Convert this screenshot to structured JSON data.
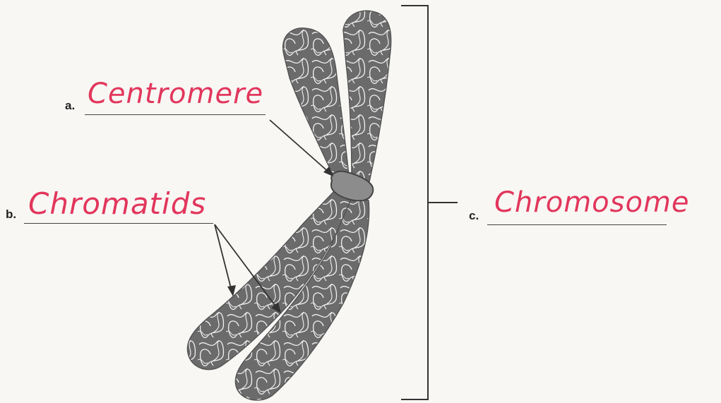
{
  "labels": {
    "a": {
      "letter": "a.",
      "answer": "Centromere"
    },
    "b": {
      "letter": "b.",
      "answer": "Chromatids"
    },
    "c": {
      "letter": "c.",
      "answer": "Chromosome"
    }
  },
  "colors": {
    "handwriting": "#e2365c",
    "chromatid_fill": "#6b6b6b",
    "centromere_fill": "#8c8c8c",
    "line": "#333333"
  }
}
